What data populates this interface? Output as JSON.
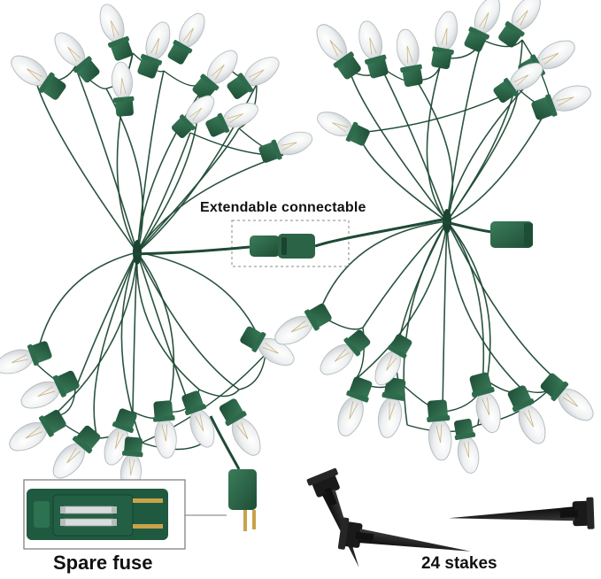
{
  "product_photo": {
    "background": "#ffffff",
    "colors": {
      "wire": "#1f4a35",
      "socket": "#2e6b4c",
      "socket_dark": "#1e4d36",
      "bulb_glass": "#eef0f1",
      "stake": "#1a1a1a",
      "fuse_panel": "#1f5a40"
    },
    "labels": {
      "connector": "Extendable connectable",
      "fuse": "Spare fuse",
      "stakes": "24 stakes"
    },
    "light_strands": 2,
    "stakes_shown": 3,
    "bulb_style": "C9 clear"
  }
}
